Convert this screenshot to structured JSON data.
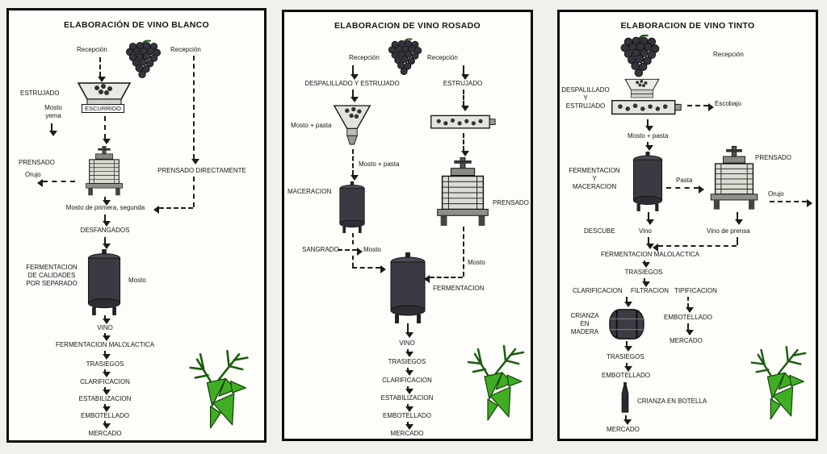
{
  "colors": {
    "logo_green": "#3fae23",
    "ink": "#151515"
  },
  "blanco": {
    "title": "ELABORACIÓN DE VINO BLANCO",
    "recepcion_left": "Recepción",
    "recepcion_right": "Recepción",
    "estrujado": "ESTRUJADO",
    "escurrido": "ESCURRIDO",
    "mosto_yema": "Mosto\nyema",
    "prensado": "PRENSADO",
    "orujo": "Orujo",
    "prensado_directamente": "PRENSADO DIRECTAMENTE",
    "mosto_primera": "Mosto de primera, segunda",
    "desfangados": "DESFANGADOS",
    "fermentacion_calidades": "FERMENTACION\nDE CALIDADES\nPOR SEPARADO",
    "mosto": "Mosto",
    "vino": "VINO",
    "fermentacion_malolactica": "FERMENTACION MALOLACTICA",
    "trasiegos": "TRASIEGOS",
    "clarificacion": "CLARIFICACION",
    "estabilizacion": "ESTABILIZACION",
    "embotellado": "EMBOTELLADO",
    "mercado": "MERCADO"
  },
  "rosado": {
    "title": "ELABORACION DE VINO ROSADO",
    "recepcion_left": "Recepción",
    "recepcion_right": "Recepción",
    "despalillado_estrujado": "DESPALILLADO Y ESTRUJADO",
    "estrujado": "ESTRUJADO",
    "mosto_pasta_1": "Mosto + pasta",
    "mosto_pasta_2": "Mosto + pasta",
    "maceracion": "MACERACION",
    "prensado": "PRENSADO",
    "sangrado": "SANGRADO",
    "mosto_sangrado": "Mosto",
    "mosto_prensa": "Mosto",
    "fermentacion": "FERMENTACION",
    "vino": "VINO",
    "trasiegos": "TRASIEGOS",
    "clarificacion": "CLARIFICACION",
    "estabilizacion": "ESTABILIZACION",
    "embotellado": "EMBOTELLADO",
    "mercado": "MERCADO"
  },
  "tinto": {
    "title": "ELABORACION DE VINO TINTO",
    "recepcion": "Recepción",
    "despalillado_estrujado": "DESPALILLADO\nY\nESTRUJADO",
    "escobajo": "Escobajo",
    "mosto_pasta": "Mosto + pasta",
    "fermentacion_maceracion": "FERMENTACION\nY\nMACERACION",
    "pasta": "Pasta",
    "prensado": "PRENSADO",
    "orujo": "Orujo",
    "descube": "DESCUBE",
    "vino": "Vino",
    "vino_prensa": "Vino de prensa",
    "fermentacion_malolactica": "FERMENTACION MALOLACTICA",
    "trasiegos_1": "TRASIEGOS",
    "clarificacion": "CLARIFICACION",
    "filtracion": "FILTRACION",
    "tipificacion": "TIPIFICACION",
    "crianza_madera": "CRIANZA\nEN\nMADERA",
    "embotellado_r": "EMBOTELLADO",
    "mercado_r": "MERCADO",
    "trasiegos_2": "TRASIEGOS",
    "embotellado_l": "EMBOTELLADO",
    "crianza_botella": "CRIANZA EN BOTELLA",
    "mercado_l": "MERCADO"
  }
}
